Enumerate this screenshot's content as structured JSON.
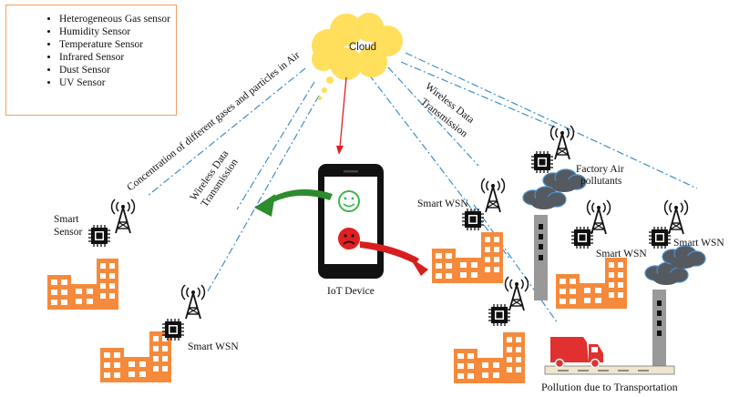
{
  "legend": {
    "items": [
      "Heterogeneous Gas sensor",
      "Humidity Sensor",
      "Temperature Sensor",
      "Infrared Sensor",
      "Dust Sensor",
      "UV Sensor"
    ],
    "icon": "chip-icon"
  },
  "cloud": {
    "label": "Cloud",
    "color": "#ffdf5c"
  },
  "labels": {
    "concentration": "Concentration of different gases and particles in Air",
    "wireless_left_1": "Wireless Data",
    "wireless_left_2": "Transmission",
    "wireless_right_1": "Wireless Data",
    "wireless_right_2": "Transmission",
    "smart_sensor_1": "Smart",
    "smart_sensor_2": "Sensor",
    "smart_wsn_bottom_left": "Smart WSN",
    "iot_device": "IoT Device",
    "smart_wsn_center": "Smart WSN",
    "factory_1": "Factory Air",
    "factory_2": "pollutants",
    "smart_wsn_right1": "Smart WSN",
    "smart_wsn_right2": "Smart WSN",
    "pollution": "Pollution due to Transportation"
  },
  "colors": {
    "building": "#f58a3c",
    "link": "#3f8fc8",
    "red_arrow": "#e02020",
    "green_arrow": "#2e8b2e",
    "happy": "#3cb44b",
    "sad": "#e02020",
    "truck": "#e03030",
    "smoke": "#555a60"
  },
  "icons": [
    "chip-icon",
    "antenna-icon",
    "phone-icon",
    "happy-face-icon",
    "sad-face-icon",
    "truck-icon",
    "building-icon",
    "chimney-icon",
    "smoke-icon",
    "cloud-icon"
  ]
}
